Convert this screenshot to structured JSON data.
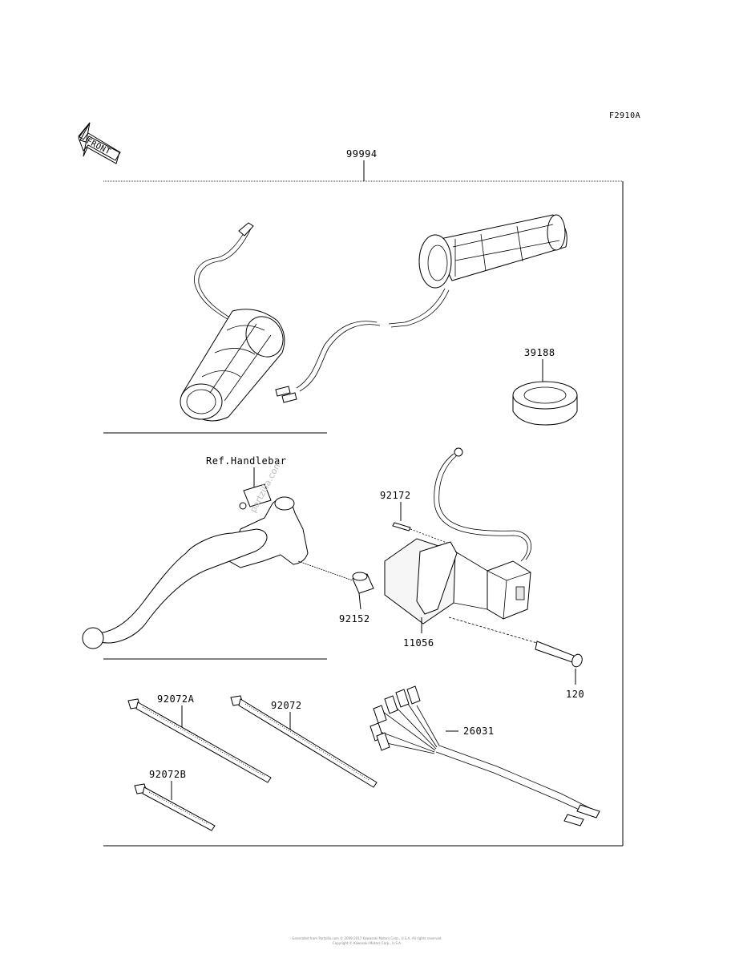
{
  "figure_code": "F2910A",
  "front_arrow_text": "FRONT",
  "assembly_label": "99994",
  "watermark": "partzilla.com",
  "copyright_line1": "Generated from Partzilla.com © 2009-2017 Kawasaki Motors Corp., U.S.A. All rights reserved.",
  "copyright_line2": "Copyright © Kawasaki Motors Corp., U.S.A.",
  "parts": {
    "p39188": "39188",
    "ref_handlebar": "Ref.Handlebar",
    "p92172": "92172",
    "p92152": "92152",
    "p11056": "11056",
    "p120": "120",
    "p92072A": "92072A",
    "p92072": "92072",
    "p92072B": "92072B",
    "p26031": "26031"
  }
}
